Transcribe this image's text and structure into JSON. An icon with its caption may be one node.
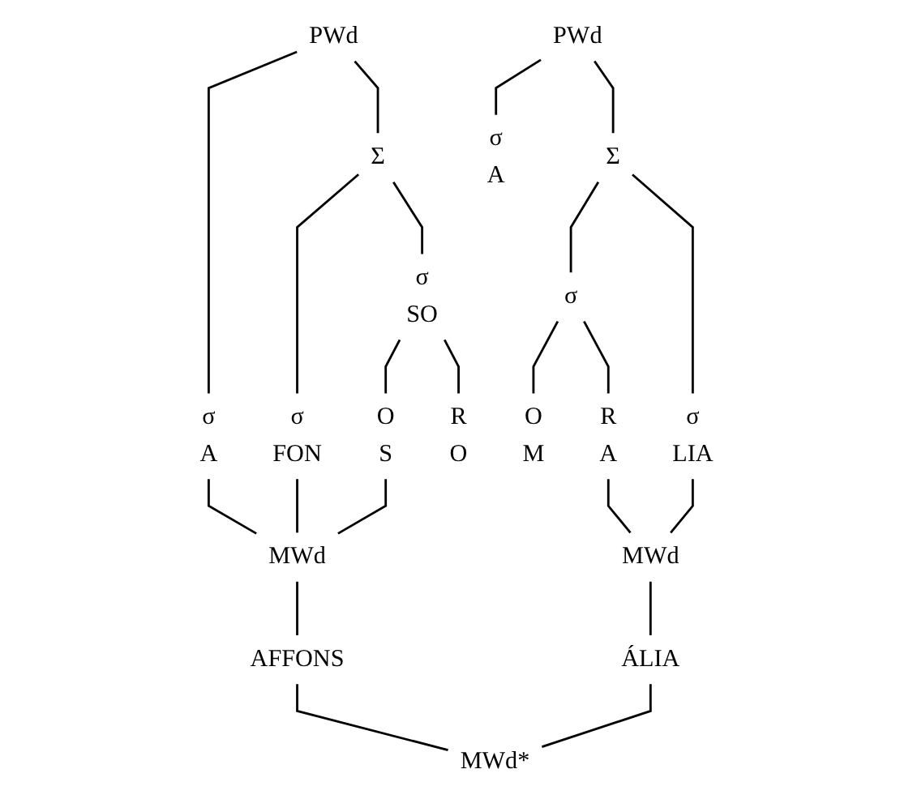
{
  "diagram": {
    "nodes": [
      {
        "text": [
          "PWd"
        ]
      },
      {
        "text": [
          "σ",
          "A"
        ]
      },
      {
        "text": [
          "Σ"
        ]
      },
      {
        "text": [
          "σ",
          "FON"
        ]
      },
      {
        "text": [
          "σ",
          "SO"
        ]
      },
      {
        "text": [
          "O",
          "S"
        ]
      },
      {
        "text": [
          "R",
          "O"
        ]
      },
      {
        "text": [
          "MWd"
        ]
      },
      {
        "text": [
          "AFFONS"
        ]
      },
      {
        "text": [
          "PWd"
        ]
      },
      {
        "text": [
          "σ",
          "A"
        ]
      },
      {
        "text": [
          "Σ"
        ]
      },
      {
        "text": [
          "σ"
        ]
      },
      {
        "text": [
          "σ",
          "LIA"
        ]
      },
      {
        "text": [
          "O",
          "M"
        ]
      },
      {
        "text": [
          "R",
          "A"
        ]
      },
      {
        "text": [
          "MWd"
        ]
      },
      {
        "text": [
          "ÁLIA"
        ]
      },
      {
        "text": [
          "MWd*"
        ]
      }
    ],
    "edges": [
      {
        "from": 0,
        "to": 1,
        "arrow": "none"
      },
      {
        "from": 0,
        "to": 2,
        "arrow": "none"
      },
      {
        "from": 2,
        "to": 3,
        "arrow": "none"
      },
      {
        "from": 2,
        "to": 4,
        "arrow": "none"
      },
      {
        "from": 4,
        "to": 5,
        "arrow": "none"
      },
      {
        "from": 4,
        "to": 6,
        "arrow": "none"
      },
      {
        "from": 1,
        "to": 7,
        "arrow": "none"
      },
      {
        "from": 3,
        "to": 7,
        "arrow": "none"
      },
      {
        "from": 5,
        "to": 7,
        "arrow": "none"
      },
      {
        "from": 7,
        "to": 8,
        "arrow": "none"
      },
      {
        "from": 9,
        "to": 10,
        "arrow": "none"
      },
      {
        "from": 9,
        "to": 11,
        "arrow": "none"
      },
      {
        "from": 11,
        "to": 12,
        "arrow": "none"
      },
      {
        "from": 11,
        "to": 13,
        "arrow": "none"
      },
      {
        "from": 12,
        "to": 14,
        "arrow": "none"
      },
      {
        "from": 12,
        "to": 15,
        "arrow": "none"
      },
      {
        "from": 15,
        "to": 16,
        "arrow": "none"
      },
      {
        "from": 13,
        "to": 16,
        "arrow": "none"
      },
      {
        "from": 16,
        "to": 17,
        "arrow": "none"
      },
      {
        "from": 8,
        "to": 18,
        "arrow": "none"
      },
      {
        "from": 17,
        "to": 18,
        "arrow": "none"
      }
    ]
  }
}
